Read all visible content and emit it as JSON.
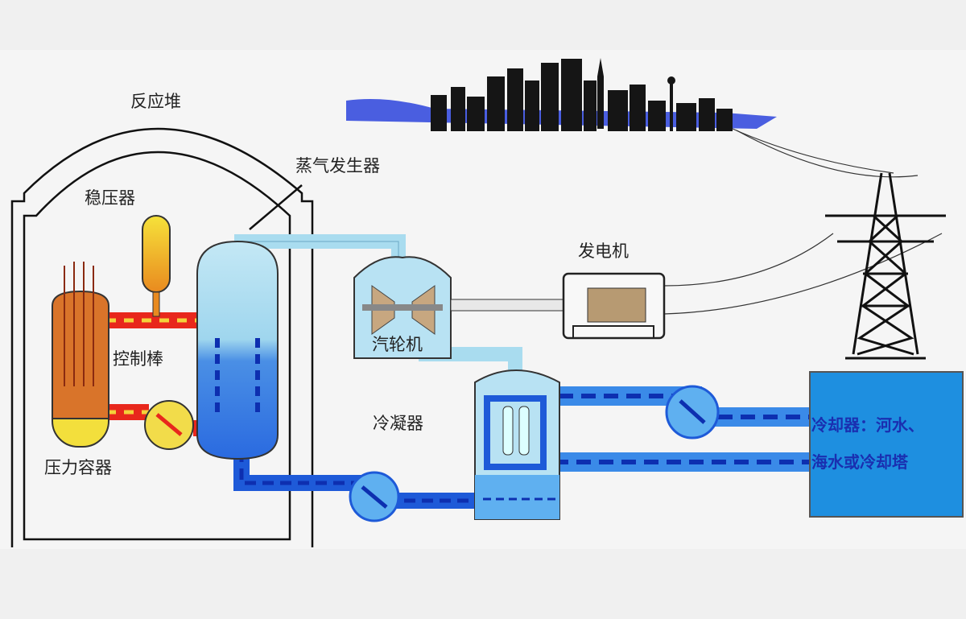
{
  "title": "压水堆核电站工作原理",
  "labels": {
    "reactor": "反应堆",
    "pressurizer": "稳压器",
    "steam_generator": "蒸气发生器",
    "generator": "发电机",
    "turbine": "汽轮机",
    "control_rod": "控制棒",
    "condenser": "冷凝器",
    "pressure_vessel": "压力容器",
    "cooler_line1": "冷却器：河水、",
    "cooler_line2": "海水或冷却塔"
  },
  "colors": {
    "primary_loop": "#e8271c",
    "steam": "#a9dcef",
    "cooling_water": "#1e5ad8",
    "cooler_box": "#1e8fe0",
    "core": "#d9742a",
    "pressurizer": "#f3c22b"
  }
}
